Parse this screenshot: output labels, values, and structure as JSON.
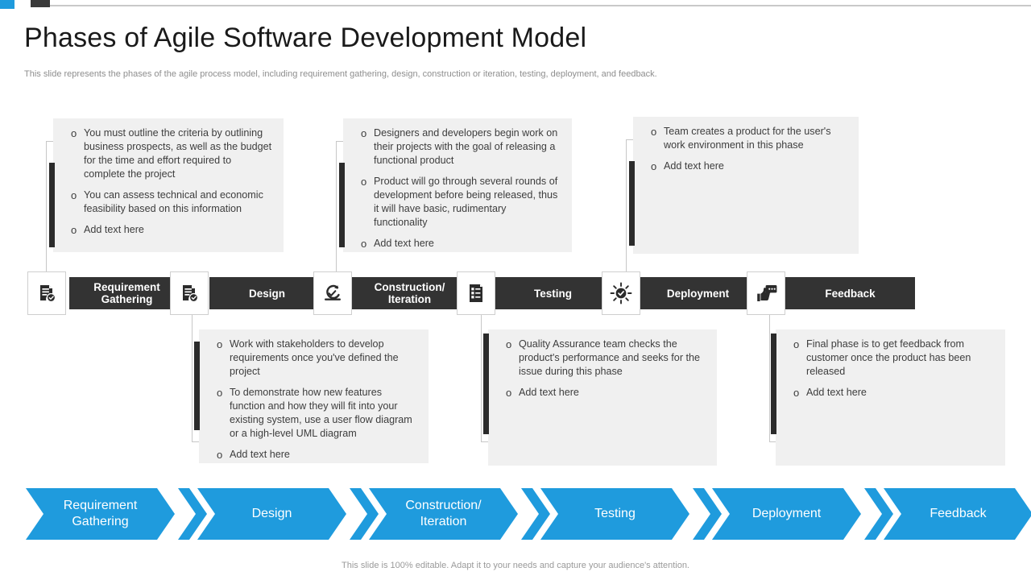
{
  "slide": {
    "title": "Phases of Agile Software Development Model",
    "subtitle": "This slide represents the phases of the agile process model, including requirement gathering, design, construction or iteration, testing, deployment, and feedback.",
    "footer": "This slide is 100% editable. Adapt it to your needs and capture your audience's attention."
  },
  "colors": {
    "accent_blue": "#1f9bdd",
    "dark_bar": "#333333",
    "accent_mark": "#2b2b2b",
    "card_bg": "#f0f0f0",
    "text": "#3d3d3d"
  },
  "phases": [
    {
      "label": "Requirement\nGathering",
      "label_line1": "Requirement",
      "label_line2": "Gathering",
      "icon": "document-check-icon"
    },
    {
      "label": "Design",
      "label_line1": "Design",
      "label_line2": "",
      "icon": "document-check-icon"
    },
    {
      "label": "Construction/\nIteration",
      "label_line1": "Construction/",
      "label_line2": "Iteration",
      "icon": "loop-arrow-check-icon"
    },
    {
      "label": "Testing",
      "label_line1": "Testing",
      "label_line2": "",
      "icon": "checklist-clipboard-icon"
    },
    {
      "label": "Deployment",
      "label_line1": "Deployment",
      "label_line2": "",
      "icon": "sunburst-check-icon"
    },
    {
      "label": "Feedback",
      "label_line1": "Feedback",
      "label_line2": "",
      "icon": "thumbs-up-comment-icon"
    }
  ],
  "cards_top": [
    {
      "phase": "Requirement Gathering",
      "bullets": [
        "You must outline the criteria by outlining business prospects, as well as the budget for the time and effort required to complete the project",
        "You can assess technical and economic feasibility based on this information",
        "Add text here"
      ]
    },
    {
      "phase": "Construction/Iteration",
      "bullets": [
        "Designers and developers begin work on their projects with the goal of releasing a functional product",
        "Product will go through several rounds of development before being released, thus it will have basic, rudimentary functionality",
        "Add text here"
      ]
    },
    {
      "phase": "Deployment",
      "bullets": [
        "Team creates a product for the user's work environment in this phase",
        "Add text here"
      ]
    }
  ],
  "cards_bottom": [
    {
      "phase": "Design",
      "bullets": [
        "Work with stakeholders to develop requirements once you've defined the project",
        "To demonstrate how new features function and how they will fit into your existing system, use a user flow diagram or a high-level UML diagram",
        "Add text here"
      ]
    },
    {
      "phase": "Testing",
      "bullets": [
        "Quality Assurance team checks the product's performance and seeks for the issue during  this phase",
        "Add text here"
      ]
    },
    {
      "phase": "Feedback",
      "bullets": [
        "Final phase is to get feedback from customer once the product has been released",
        "Add text here"
      ]
    }
  ],
  "bullet_marker": "o"
}
